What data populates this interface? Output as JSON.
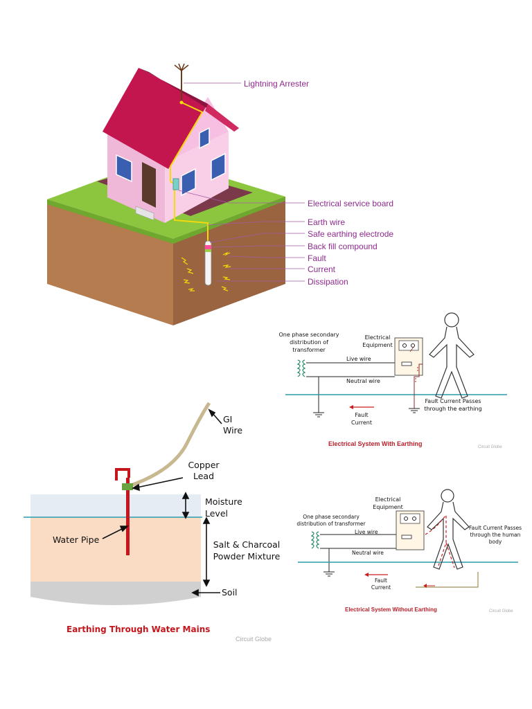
{
  "house": {
    "labels": {
      "lightning_arrester": "Lightning Arrester",
      "service_board": "Electrical service board",
      "earth_wire": "Earth wire",
      "electrode": "Safe earthing electrode",
      "backfill": "Back fill compound",
      "fault": "Fault",
      "current": "Current",
      "dissipation": "Dissipation"
    },
    "colors": {
      "roof": "#c3164f",
      "walls": "#f7c6e4",
      "grass": "#8cc63f",
      "soil": "#a8734a",
      "label": "#8e2a8e",
      "wire": "#f5d90a"
    }
  },
  "with_earthing": {
    "transformer_label": "One phase secondary distribution of transformer",
    "equipment_label": "Electrical Equipment",
    "live_wire": "Live wire",
    "neutral_wire": "Neutral wire",
    "fault_current_note": "Fault Current Passes through the earthing",
    "fault_current": "Fault Current",
    "caption": "Electrical System With Earthing",
    "watermark": "Circuit Globe"
  },
  "without_earthing": {
    "transformer_label": "One phase secondary distribution of transformer",
    "equipment_label": "Electrical Equipment",
    "live_wire": "Live wire",
    "neutral_wire": "Neutral wire",
    "fault_current_note": "Fault Current Passes through the human body",
    "fault_current": "Fault Current",
    "caption": "Electrical System Without Earthing",
    "watermark": "Circuit Globe"
  },
  "water_mains": {
    "gi_wire": "GI Wire",
    "copper_lead": "Copper Lead",
    "moisture_level": "Moisture Level",
    "water_pipe": "Water Pipe",
    "salt_charcoal": "Salt & Charcoal Powder Mixture",
    "soil": "Soil",
    "caption": "Earthing Through Water Mains",
    "watermark": "Circuit Globe",
    "colors": {
      "pipe": "#c4161c",
      "mixture": "#fadcc4",
      "moisture": "#e6ecf4",
      "soil": "#d0d0d0",
      "lead": "#6aa341"
    }
  }
}
